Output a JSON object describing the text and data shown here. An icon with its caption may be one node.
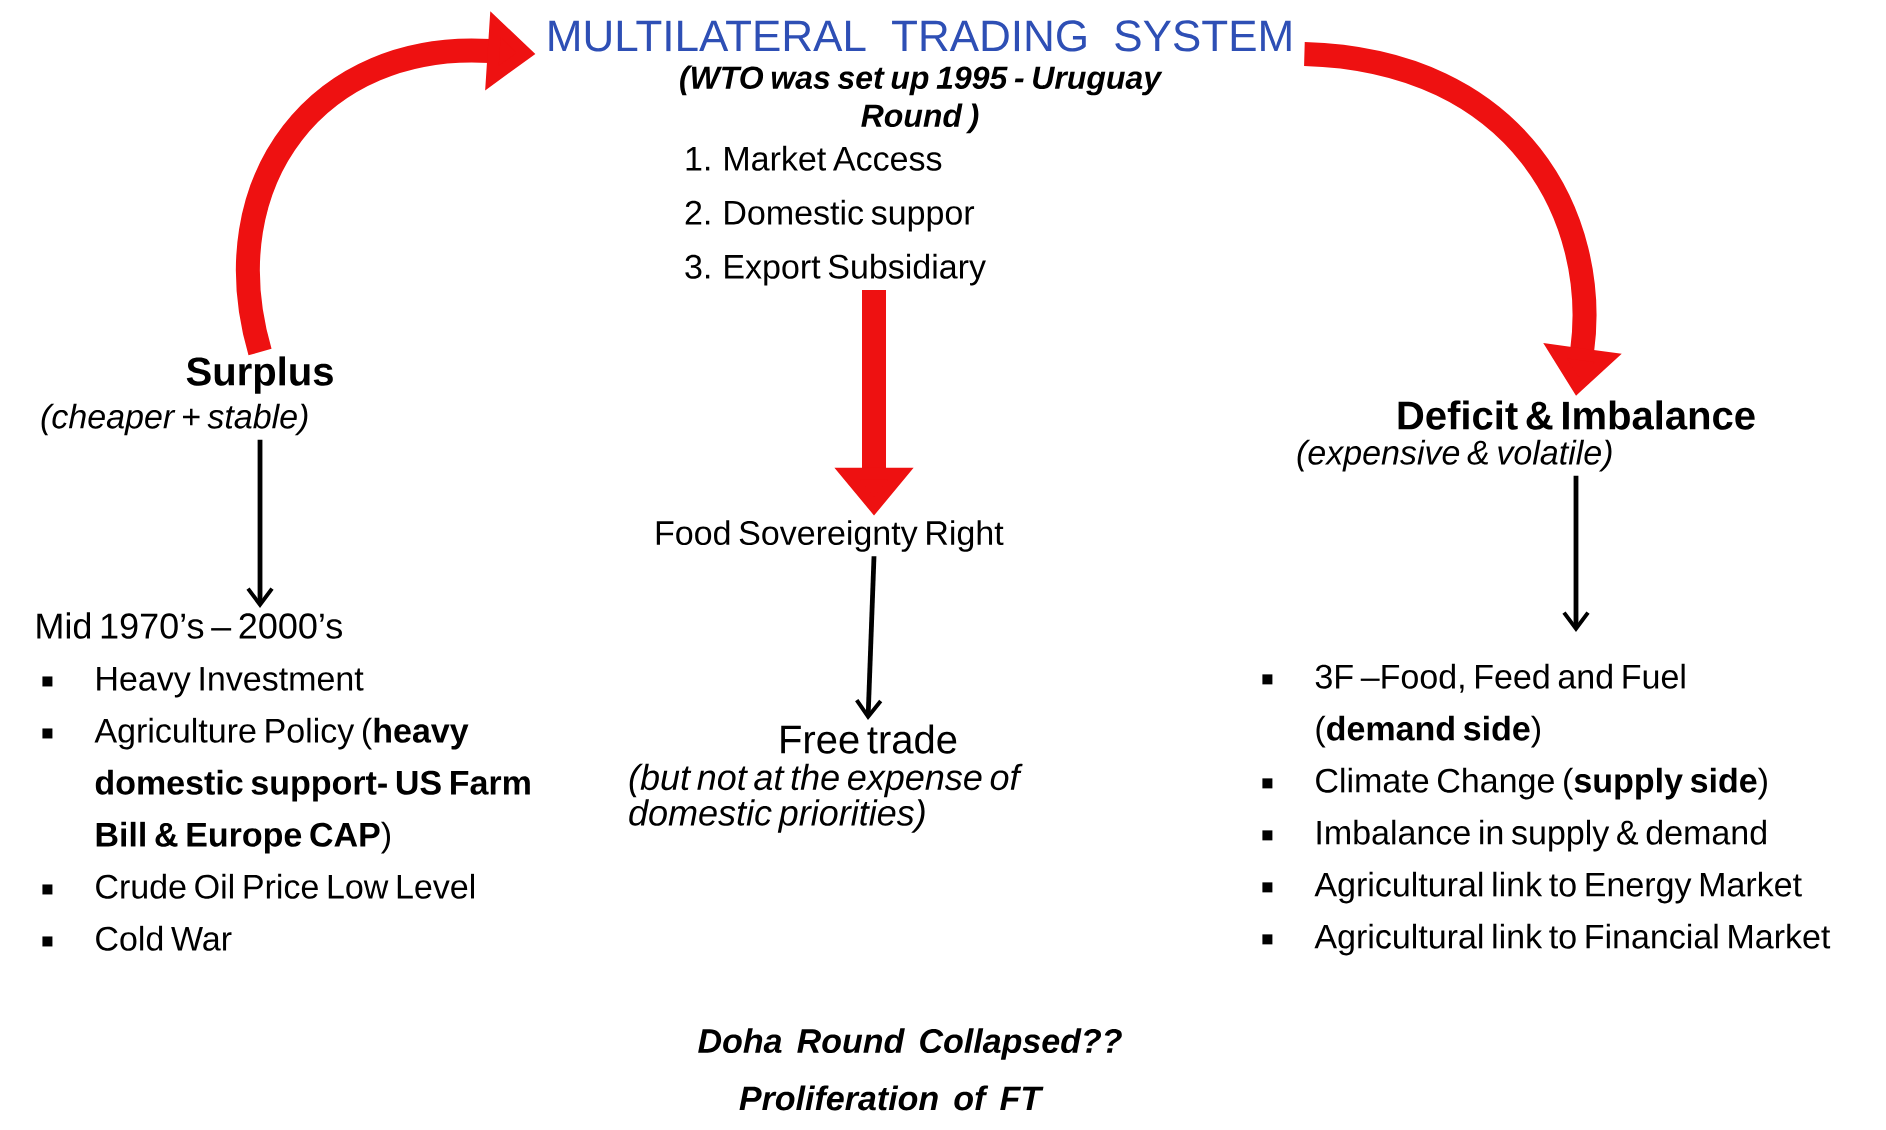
{
  "diagram": {
    "nodes": [
      {
        "text": [
          "MULTILATERAL TRADING SYSTEM",
          "(WTO was set up 1995 - Uruguay Round )",
          "1.  Market Access",
          "2.  Domestic suppor",
          "3.  Export Subsidiary"
        ]
      },
      {
        "text": [
          "Surplus",
          "(cheaper + stable)"
        ]
      },
      {
        "text": [
          "Mid 1970’s – 2000’s",
          "Heavy Investment",
          "Agriculture Policy (**heavy domestic support- US Farm Bill & Europe CAP**)",
          "Crude Oil Price Low Level",
          "Cold War"
        ]
      },
      {
        "text": [
          "Food Sovereignty Right"
        ]
      },
      {
        "text": [
          "Free trade",
          "(but not at the expense of domestic priorities)"
        ]
      },
      {
        "text": [
          "Deficit & Imbalance",
          "(expensive & volatile)"
        ]
      },
      {
        "text": [
          "3F –Food, Feed and Fuel (**demand side**)",
          "Climate Change (**supply side**)",
          "Imbalance in supply & demand",
          "Agricultural link to Energy Market",
          "Agricultural link to Financial Market"
        ]
      }
    ],
    "edges": [
      {
        "from": 1,
        "to": 0,
        "arrow": "to",
        "style": "thick",
        "color": "#ee1111"
      },
      {
        "from": 0,
        "to": 5,
        "arrow": "to",
        "style": "thick",
        "color": "#ee1111"
      },
      {
        "from": 0,
        "to": 3,
        "arrow": "to",
        "style": "thick",
        "color": "#ee1111"
      },
      {
        "from": 1,
        "to": 2,
        "arrow": "to",
        "color": "#000000"
      },
      {
        "from": 3,
        "to": 4,
        "arrow": "to",
        "color": "#000000"
      },
      {
        "from": 5,
        "to": 6,
        "arrow": "to",
        "color": "#000000"
      }
    ],
    "labels": [
      "Doha Round Collapsed??",
      "Proliferation of FT"
    ]
  }
}
